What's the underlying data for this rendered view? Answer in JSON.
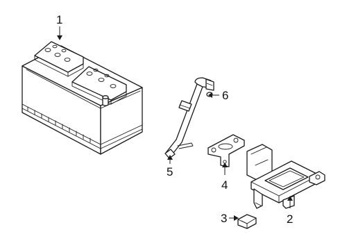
{
  "callouts": {
    "battery": "1",
    "battery_tray": "2",
    "bracket_small": "3",
    "hold_down_bracket": "4",
    "vent_hose": "5",
    "hose_elbow": "6"
  }
}
